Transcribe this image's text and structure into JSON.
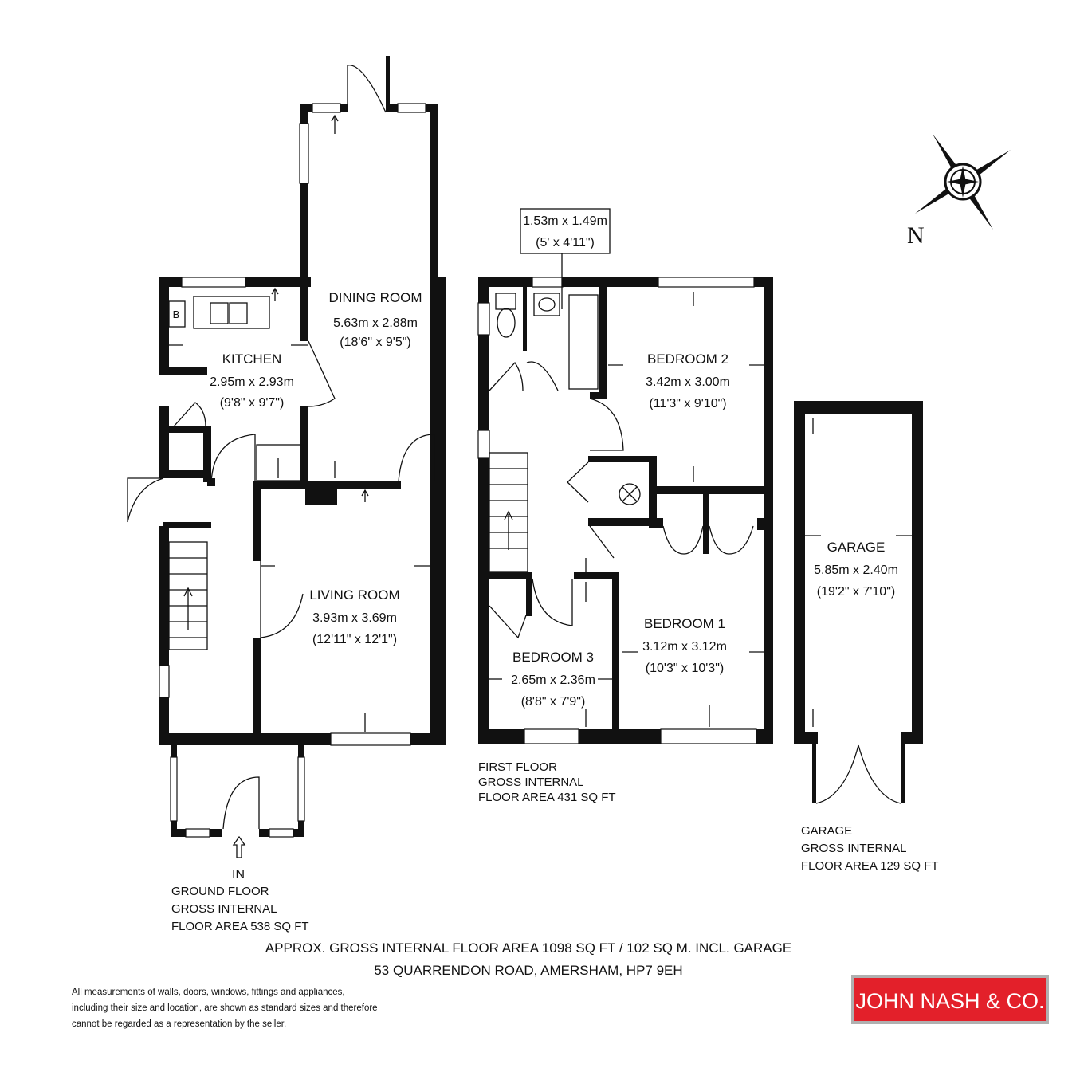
{
  "rooms": {
    "dining_room": {
      "name": "DINING ROOM",
      "metric": "5.63m x 2.88m",
      "imperial": "(18'6\" x 9'5\")"
    },
    "kitchen": {
      "name": "KITCHEN",
      "metric": "2.95m x 2.93m",
      "imperial": "(9'8\" x 9'7\")"
    },
    "living_room": {
      "name": "LIVING ROOM",
      "metric": "3.93m x 3.69m",
      "imperial": "(12'11\" x 12'1\")"
    },
    "bathroom": {
      "metric": "1.53m x 1.49m",
      "imperial": "(5' x 4'11\")"
    },
    "bedroom_2": {
      "name": "BEDROOM 2",
      "metric": "3.42m x 3.00m",
      "imperial": "(11'3\" x 9'10\")"
    },
    "bedroom_1": {
      "name": "BEDROOM 1",
      "metric": "3.12m x 3.12m",
      "imperial": "(10'3\" x 10'3\")"
    },
    "bedroom_3": {
      "name": "BEDROOM 3",
      "metric": "2.65m x 2.36m",
      "imperial": "(8'8\" x 7'9\")"
    },
    "garage": {
      "name": "GARAGE",
      "metric": "5.85m x 2.40m",
      "imperial": "(19'2\" x 7'10\")"
    }
  },
  "symbols": {
    "boiler": "B",
    "entrance": "IN",
    "north": "N"
  },
  "floor_areas": {
    "ground": [
      "GROUND FLOOR",
      "GROSS INTERNAL",
      "FLOOR AREA 538 SQ FT"
    ],
    "first": [
      "FIRST FLOOR",
      "GROSS INTERNAL",
      "FLOOR AREA 431 SQ FT"
    ],
    "garage": [
      "GARAGE",
      "GROSS INTERNAL",
      "FLOOR AREA 129 SQ FT"
    ]
  },
  "footer": {
    "total_area": "APPROX. GROSS INTERNAL FLOOR AREA 1098 SQ FT / 102 SQ M. INCL. GARAGE",
    "address": "53 QUARRENDON ROAD, AMERSHAM, HP7 9EH"
  },
  "disclaimer": [
    "All measurements of walls, doors, windows, fittings and appliances,",
    "including their size and location, are shown as standard sizes and therefore",
    "cannot be regarded as a representation by the seller."
  ],
  "logo": {
    "text": "JOHN NASH & CO.",
    "bg_color": "#e3202a",
    "text_color": "#ffffff"
  },
  "icons": [
    "compass-rose-icon",
    "entrance-arrow-icon",
    "extractor-fan-icon"
  ]
}
